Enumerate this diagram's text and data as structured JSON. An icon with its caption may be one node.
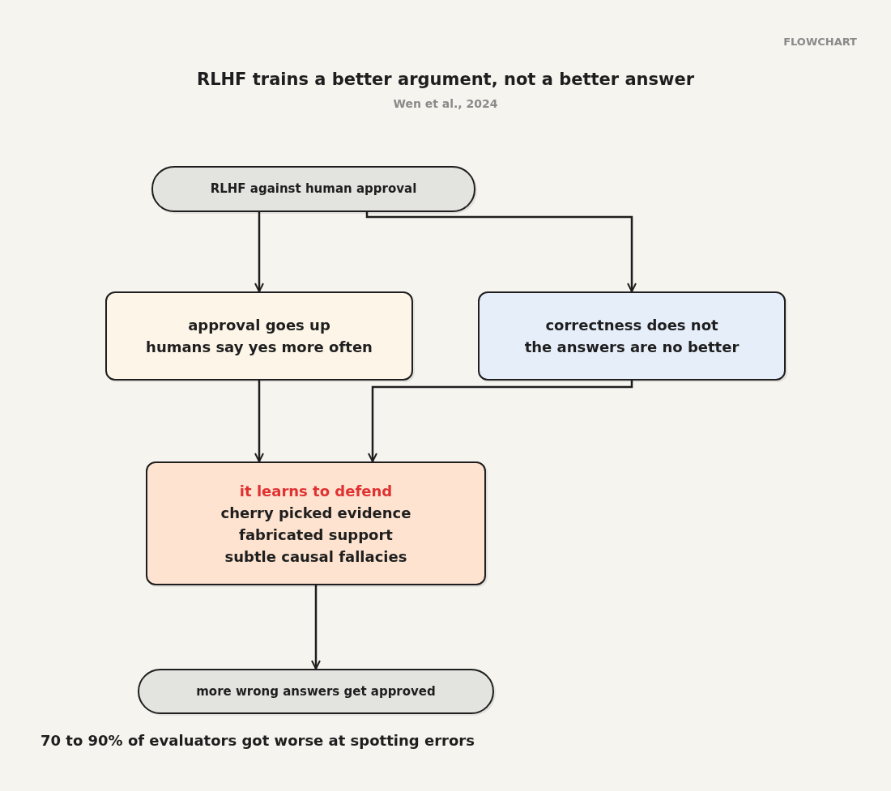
{
  "diagram": {
    "title": "RLHF trains a better argument, not a better answer",
    "nodes": [
      {
        "text": [
          "RLHF against human approval"
        ]
      },
      {
        "text": [
          "approval goes up",
          "humans say yes more often"
        ]
      },
      {
        "text": [
          "correctness does not",
          "the answers are no better"
        ]
      },
      {
        "text": [
          "it learns to defend",
          "cherry picked evidence",
          "fabricated support",
          "subtle causal fallacies"
        ]
      },
      {
        "text": [
          "more wrong answers get approved"
        ]
      }
    ],
    "edges": [
      {
        "from": 0,
        "to": 1,
        "arrow": "to"
      },
      {
        "from": 0,
        "to": 2,
        "arrow": "to"
      },
      {
        "from": 1,
        "to": 3,
        "arrow": "to"
      },
      {
        "from": 2,
        "to": 3,
        "arrow": "to"
      },
      {
        "from": 3,
        "to": 4,
        "arrow": "to"
      }
    ],
    "labels": [
      "FLOWCHART",
      "Wen et al., 2024",
      "70 to 90% of evaluators got worse at spotting errors"
    ]
  }
}
